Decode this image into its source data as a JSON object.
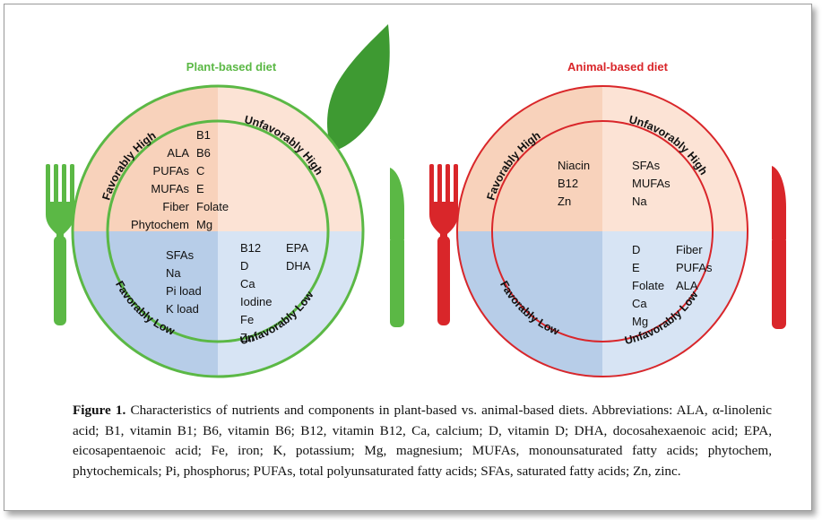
{
  "colors": {
    "plant_green": "#5bb845",
    "leaf_green": "#3e9a32",
    "animal_red": "#d9262a",
    "favorable_high_bg": "#f8d2bb",
    "unfavorable_high_bg": "#fce3d5",
    "favorable_low_bg": "#b7cde8",
    "unfavorable_low_bg": "#d7e4f4"
  },
  "icons": {
    "plant_fork": "fork-icon",
    "plant_knife": "knife-icon",
    "leaf": "leaf-icon",
    "animal_fork": "fork-icon",
    "animal_knife": "knife-icon"
  },
  "plant": {
    "title": "Plant-based diet",
    "quadrant_labels": {
      "favorably_high": "Favorably High",
      "unfavorably_high": "Unfavorably High",
      "favorably_low": "Favorably Low",
      "unfavorably_low": "Unfavorably Low"
    },
    "favorably_high": [
      [
        "",
        "B1"
      ],
      [
        "ALA",
        "B6"
      ],
      [
        "PUFAs",
        "C"
      ],
      [
        "MUFAs",
        "E"
      ],
      [
        "Fiber",
        "Folate"
      ],
      [
        "Phytochem",
        "Mg"
      ]
    ],
    "unfavorably_high": [],
    "favorably_low": [
      "SFAs",
      "Na",
      "Pi load",
      "K load"
    ],
    "unfavorably_low_col1": [
      "B12",
      "D",
      "Ca",
      "Iodine",
      "Fe",
      "Zn"
    ],
    "unfavorably_low_col2": [
      "EPA",
      "DHA"
    ]
  },
  "animal": {
    "title": "Animal-based diet",
    "quadrant_labels": {
      "favorably_high": "Favorably High",
      "unfavorably_high": "Unfavorably High",
      "favorably_low": "Favorably Low",
      "unfavorably_low": "Unfavorably Low"
    },
    "favorably_high": [
      "Niacin",
      "B12",
      "Zn"
    ],
    "unfavorably_high": [
      "SFAs",
      "MUFAs",
      "Na"
    ],
    "favorably_low": [],
    "unfavorably_low_col1": [
      "D",
      "E",
      "Folate",
      "Ca",
      "Mg"
    ],
    "unfavorably_low_col2": [
      "Fiber",
      "PUFAs",
      "ALA"
    ]
  },
  "caption": {
    "label": "Figure 1.",
    "text": "Characteristics of nutrients and components in plant-based vs. animal-based diets. Abbreviations: ALA, α-linolenic acid; B1, vitamin B1; B6, vitamin B6; B12, vitamin B12, Ca, calcium; D, vitamin D; DHA, docosahexaenoic acid; EPA, eicosapentaenoic acid; Fe, iron; K, potassium; Mg, magnesium; MUFAs, monounsaturated fatty acids; phytochem, phytochemicals; Pi, phosphorus; PUFAs, total polyunsaturated fatty acids; SFAs, saturated fatty acids; Zn, zinc."
  }
}
